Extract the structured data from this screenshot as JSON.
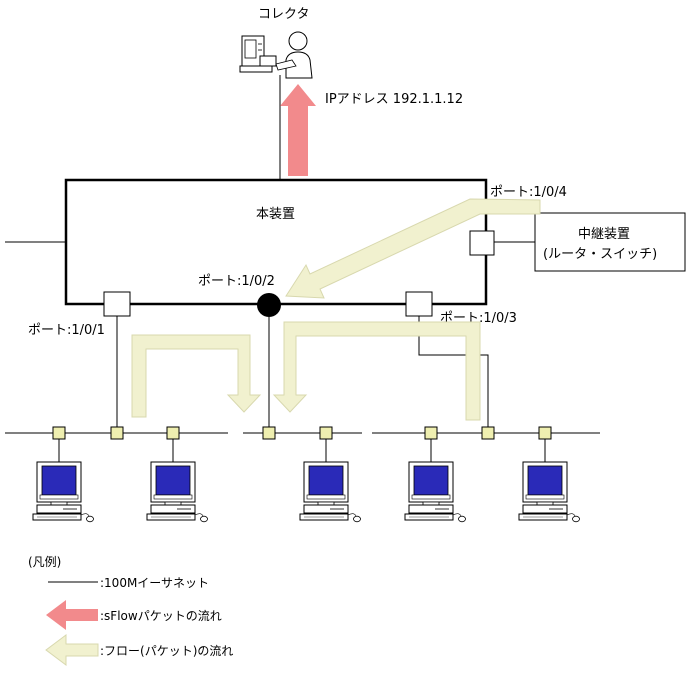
{
  "collector": {
    "title": "コレクタ",
    "ip_label": "IPアドレス 192.1.1.12"
  },
  "device": {
    "title": "本装置"
  },
  "ports": {
    "p1": "ポート:1/0/1",
    "p2": "ポート:1/0/2",
    "p3": "ポート:1/0/3",
    "p4": "ポート:1/0/4"
  },
  "relay": {
    "line1": "中継装置",
    "line2": "(ルータ・スイッチ)"
  },
  "legend": {
    "title": "(凡例)",
    "ethernet": ":100Mイーサネット",
    "sflow": ":sFlowパケットの流れ",
    "flow": ":フロー(パケット)の流れ"
  },
  "colors": {
    "sflow_arrow": "#f28a8c",
    "flow_arrow": "#f1f1cf",
    "flow_arrow_edge": "#d8d8ae",
    "node_square": "#efefb0",
    "monitor_screen": "#2a2ab8",
    "line": "#000000"
  }
}
